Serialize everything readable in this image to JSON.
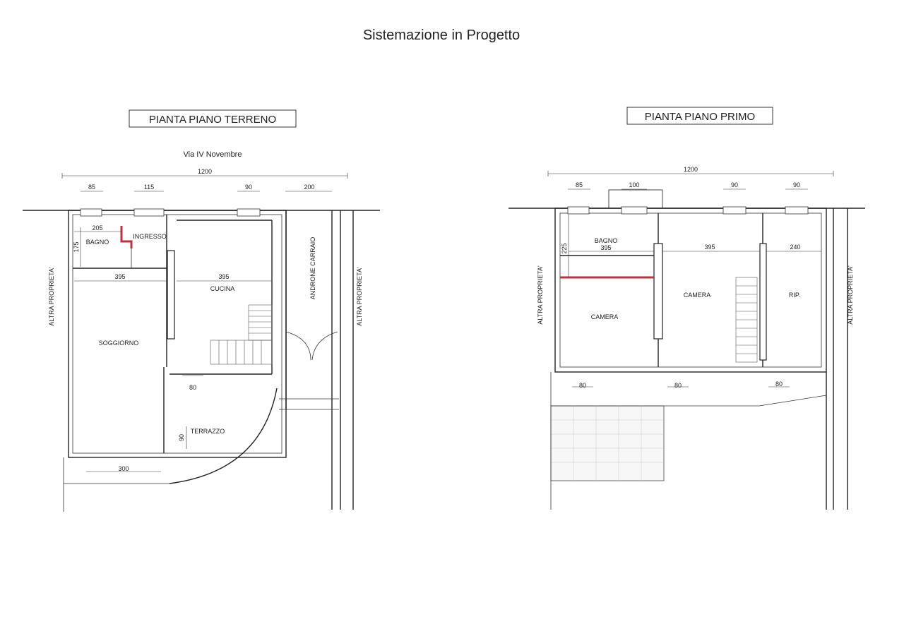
{
  "title": "Sistemazione in Progetto",
  "ground": {
    "heading": "PIANTA PIANO TERRENO",
    "street": "Via IV Novembre",
    "dims": {
      "total": "1200",
      "w85": "85",
      "w115": "115",
      "w90": "90",
      "w200": "200",
      "bagno_w": "205",
      "bagno_h": "175",
      "sogg_w": "395",
      "cuc_w": "395",
      "door80": "80",
      "terr90": "90",
      "win300": "300"
    },
    "rooms": {
      "bagno": "BAGNO",
      "ingresso": "INGRESSO",
      "cucina": "CUCINA",
      "soggiorno": "SOGGIORNO",
      "terrazzo": "TERRAZZO",
      "androne": "ANDRONE CARRAIO"
    },
    "altra_left": "ALTRA PROPRIETA'",
    "altra_right": "ALTRA PROPRIETA'"
  },
  "first": {
    "heading": "PIANTA PIANO PRIMO",
    "dims": {
      "total": "1200",
      "w85": "85",
      "w100": "100",
      "w90a": "90",
      "w90b": "90",
      "d225": "225",
      "d395a": "395",
      "d395b": "395",
      "d240": "240",
      "d80a": "80",
      "d80b": "80",
      "d80c": "80"
    },
    "rooms": {
      "bagno": "BAGNO",
      "camera1": "CAMERA",
      "camera2": "CAMERA",
      "rip": "RIP."
    },
    "altra_left": "ALTRA PROPRIETA'",
    "altra_right": "ALTRA PROPRIETA'"
  }
}
